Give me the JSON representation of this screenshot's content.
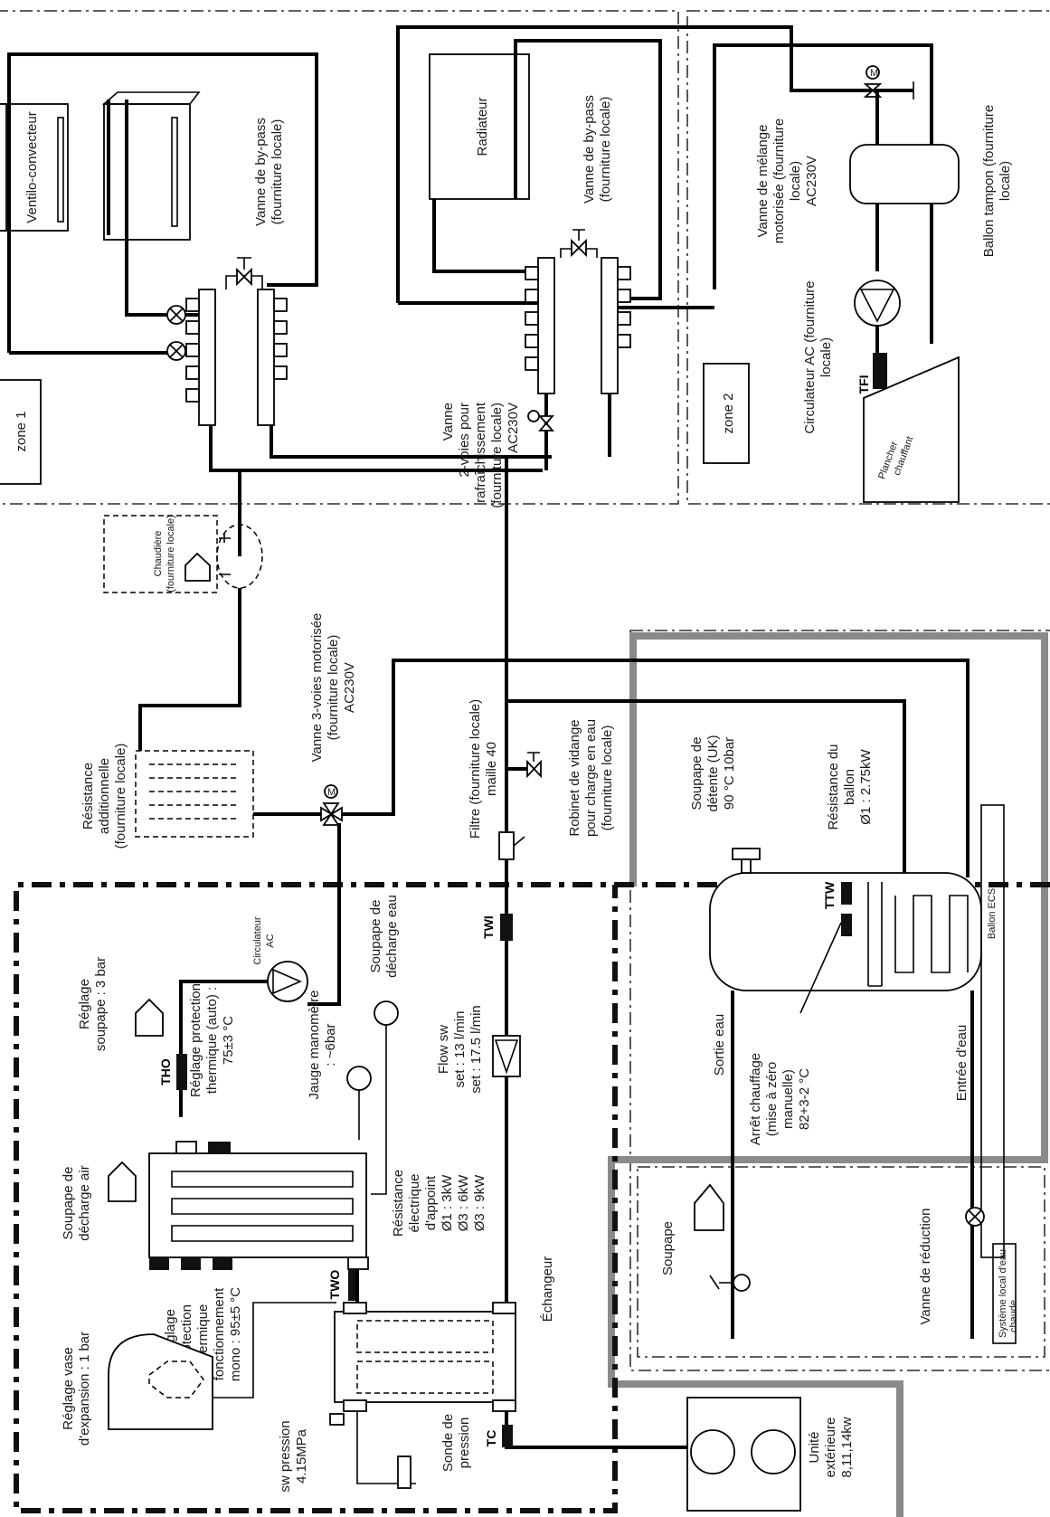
{
  "zones": {
    "zone1": "zone 1",
    "zone2": "zone 2"
  },
  "components": {
    "ventilo": "Ventilo-convecteur",
    "bypass1": [
      "Vanne de by-pass",
      "(fourniture locale)"
    ],
    "radiateur": "Radiateur",
    "bypass2": [
      "Vanne de by-pass",
      "(fourniture locale)"
    ],
    "vanne2voies": [
      "Vanne",
      "2-voies pour",
      "rafraîchissement",
      "(fourniture locale)",
      "AC230V"
    ],
    "vanne_melange": [
      "Vanne de mélange",
      "motorisée (fourniture",
      "locale)",
      "AC230V"
    ],
    "ballon_tampon": [
      "Ballon tampon (fourniture",
      "locale)"
    ],
    "circulateur_ac_local": [
      "Circulateur AC (fourniture",
      "locale)"
    ],
    "plancher": [
      "Plancher",
      "chauffant"
    ],
    "tfi": "TFI",
    "chaudiere": [
      "Chaudière",
      "(fourniture locale)"
    ],
    "resistance_add": [
      "Résistance",
      "additionnelle",
      "(fourniture locale)"
    ],
    "vanne3voies": [
      "Vanne 3-voies motorisée",
      "(fourniture locale)",
      "AC230V"
    ],
    "filtre": [
      "Filtre (fourniture locale)",
      "maille 40"
    ],
    "robinet": [
      "Robinet de vidange",
      "pour charge en eau",
      "(fourniture locale)"
    ],
    "soupape_detente": [
      "Soupape de",
      "détente (UK)",
      "90 °C 10bar"
    ],
    "resistance_ballon": [
      "Résistance du",
      "ballon",
      "Ø1 : 2.75kW"
    ],
    "ttw": "TTW",
    "ballon_ecs": "Ballon ECS",
    "sortie_eau": "Sortie eau",
    "entree_eau": "Entrée d'eau",
    "arret_chauffage": [
      "Arrêt chauffage",
      "(mise à zéro",
      "manuelle)",
      "82+3-2 °C"
    ],
    "circulateur_ac": [
      "Circulateur",
      "AC"
    ],
    "soupape_decharge_eau": [
      "Soupape de",
      "décharge eau"
    ],
    "reglage_soupape": [
      "Réglage",
      "soupape : 3 bar"
    ],
    "tho": "THO",
    "reglage_protection": [
      "Réglage protection",
      "thermique (auto) :",
      "75±3 °C"
    ],
    "jauge": [
      "Jauge manomètre",
      ": ~6bar"
    ],
    "twi": "TWI",
    "flow_sw": [
      "Flow sw",
      "set : 13 l/min",
      "set : 17.5 l/min"
    ],
    "soupape_decharge_air": [
      "Soupape de",
      "décharge air"
    ],
    "resistance_elec": [
      "Résistance",
      "électrique",
      "d'appoint",
      "Ø1 : 3kW",
      "Ø3 : 6kW",
      "Ø3 : 9kW"
    ],
    "two": "TWO",
    "reglage_protection_mono": [
      "Réglage",
      "protection",
      "thermique",
      "fonctionnement",
      "mono : 95±5 °C"
    ],
    "echangeur": "Échangeur",
    "reglage_vase": [
      "Réglage vase",
      "d'expansion : 1 bar"
    ],
    "sw_pression": [
      "sw pression",
      "4.15MPa"
    ],
    "sonde_pression": [
      "Sonde de",
      "pression"
    ],
    "tc": "TC",
    "unite_ext": [
      "Unité",
      "extérieure",
      "8,11,14kw"
    ],
    "soupape": "Soupape",
    "vanne_reduction": "Vanne de réduction",
    "systeme_local": [
      "Système local d'eau",
      "chaude"
    ]
  }
}
